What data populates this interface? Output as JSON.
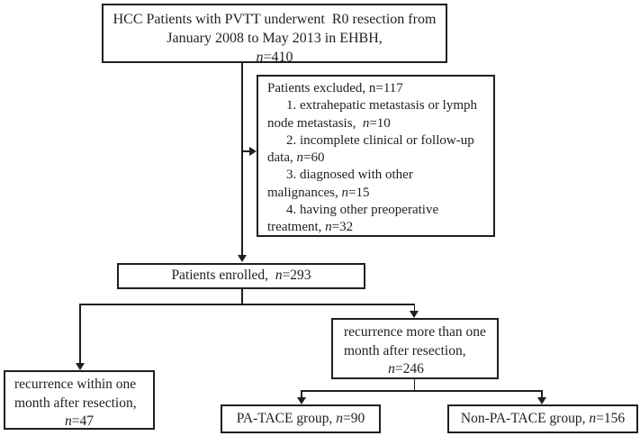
{
  "colors": {
    "background": "#ffffff",
    "border": "#1f1f1f",
    "text": "#1f1f1f"
  },
  "flowchart": {
    "top_box": {
      "lines": [
        "HCC Patients with PVTT underwent  R0 resection from",
        "January 2008 to May 2013 in EHBH,",
        "n=410"
      ]
    },
    "exclusion_box": {
      "lines": [
        "Patients excluded, n=117",
        "1. extrahepatic metastasis or lymph",
        "node metastasis,  n=10",
        "2. incomplete clinical or follow-up",
        "data, n=60",
        "3. diagnosed with other",
        "malignances, n=15",
        "4. having other preoperative",
        "treatment, n=32"
      ]
    },
    "enrolled_box": {
      "label": "Patients enrolled,  n=293"
    },
    "recurrence_more_box": {
      "lines": [
        "recurrence more than one",
        "month after resection,",
        "n=246"
      ]
    },
    "recurrence_within_box": {
      "lines": [
        "recurrence within one",
        "month after resection,",
        "n=47"
      ]
    },
    "pa_tace_box": {
      "label": "PA-TACE group, n=90"
    },
    "non_pa_tace_box": {
      "label": "Non-PA-TACE group, n=156"
    }
  }
}
